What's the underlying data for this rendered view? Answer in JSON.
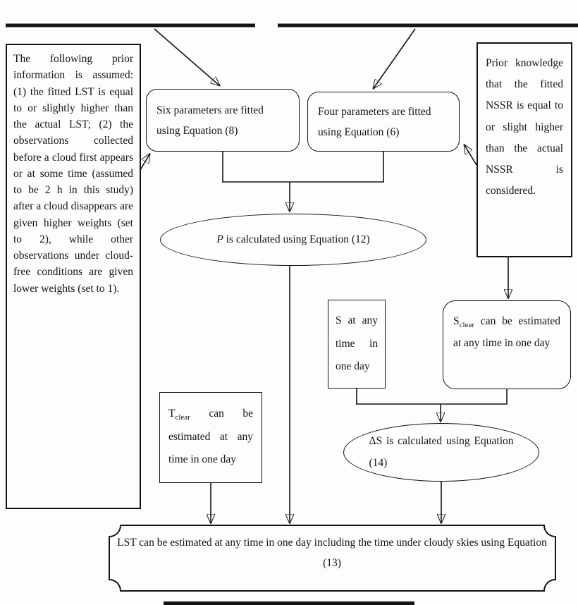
{
  "diagram": {
    "title": "LST estimation flowchart",
    "colors": {
      "stroke": "#141414",
      "background": "#fdfdfd"
    },
    "left_box": {
      "text": "The following prior information is assumed: (1) the fitted LST is equal to or slightly higher than the actual LST; (2) the observations collected before a cloud first appears or at some time (assumed to be 2 h in this study) after a cloud disappears are given higher weights (set to 2), while other observations under cloud-free conditions are given lower weights (set to 1)."
    },
    "nssr_box": {
      "text": "Prior knowledge that the fitted NSSR is equal to or slight higher than the actual NSSR is considered."
    },
    "six_params_box": {
      "text": "Six parameters are fitted using Equation (8)"
    },
    "four_params_box": {
      "text": "Four parameters are fitted using Equation (6)"
    },
    "p_ellipse": {
      "italic": "P",
      "rest": " is calculated using Equation (12)"
    },
    "s_box": {
      "text": "S at any time in one day"
    },
    "s_clear_box": {
      "symbol": "S",
      "subscript": "clear",
      "rest": " can be estimated at any time in one day"
    },
    "t_clear_box": {
      "symbol": "T",
      "subscript": "clear",
      "rest": " can be estimated at any time in one day"
    },
    "delta_s_ellipse": {
      "text": "ΔS is calculated using Equation (14)"
    },
    "bottom_box": {
      "text": "LST can be estimated at any time in one day including the time under cloudy skies using Equation (13)"
    }
  }
}
